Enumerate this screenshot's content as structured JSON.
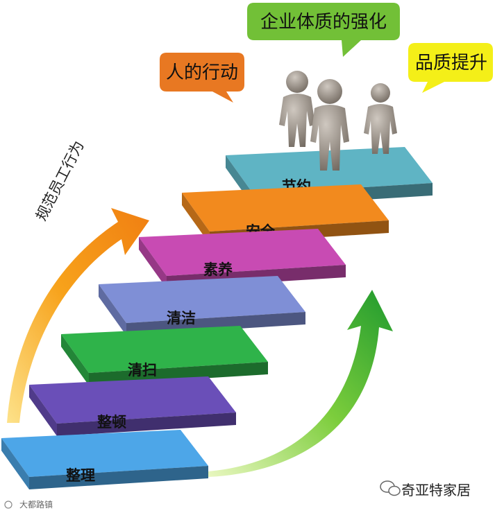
{
  "callouts": {
    "people_action": "人的行动",
    "enterprise": "企业体质的强化",
    "quality": "品质提升"
  },
  "steps": [
    {
      "label": "整理",
      "color": "#4da6e8"
    },
    {
      "label": "整顿",
      "color": "#6a4fb8"
    },
    {
      "label": "清扫",
      "color": "#2fb34a"
    },
    {
      "label": "清洁",
      "color": "#7f8fd6"
    },
    {
      "label": "素养",
      "color": "#c84bb3"
    },
    {
      "label": "安全",
      "color": "#f28a1e"
    },
    {
      "label": "节约",
      "color": "#5fb4c4"
    }
  ],
  "left_arrow_text": "规范员工行为",
  "brand": "奇亚特家居",
  "watermark": "大都路镇"
}
